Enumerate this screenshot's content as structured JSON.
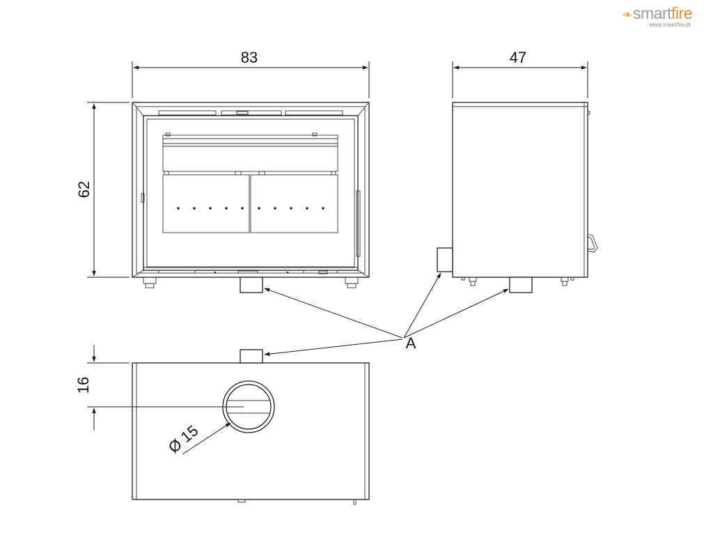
{
  "logo": {
    "brand_main": "smart",
    "brand_accent": "fire",
    "url": "www.smartfire.pt",
    "accent_color": "#e88a35",
    "text_color": "#9a9a9a",
    "icon": "flame-icon"
  },
  "dimensions": {
    "width": "83",
    "depth": "47",
    "height": "62",
    "flue_offset": "16",
    "flue_diameter": "Ø 15"
  },
  "callout": {
    "label": "A"
  }
}
